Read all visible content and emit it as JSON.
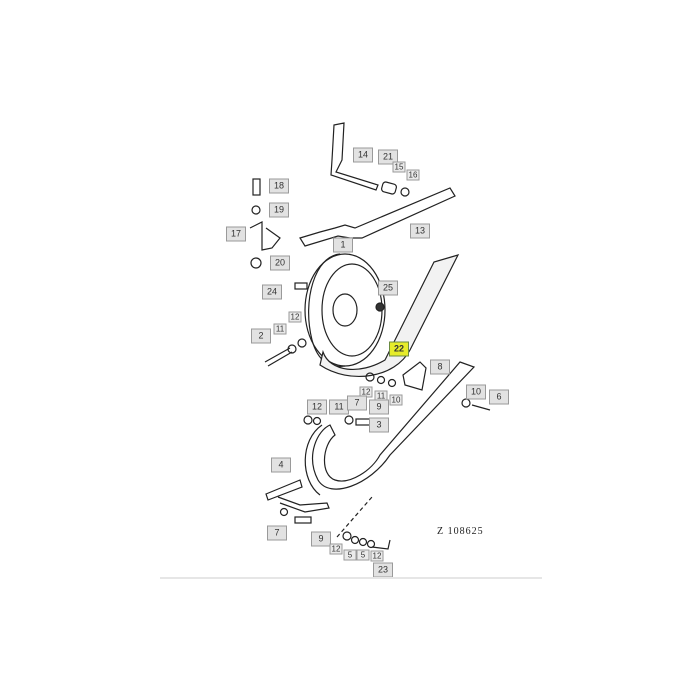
{
  "diagram": {
    "drawing_code": "Z 108625",
    "highlight_color": "#e6ec2a",
    "callouts": [
      {
        "id": "14",
        "highlighted": false
      },
      {
        "id": "21",
        "highlighted": false
      },
      {
        "id": "15",
        "highlighted": false
      },
      {
        "id": "16",
        "highlighted": false
      },
      {
        "id": "18",
        "highlighted": false
      },
      {
        "id": "19",
        "highlighted": false
      },
      {
        "id": "17",
        "highlighted": false
      },
      {
        "id": "13",
        "highlighted": false
      },
      {
        "id": "1",
        "highlighted": false
      },
      {
        "id": "20",
        "highlighted": false
      },
      {
        "id": "24",
        "highlighted": false
      },
      {
        "id": "25",
        "highlighted": false
      },
      {
        "id": "12",
        "highlighted": false
      },
      {
        "id": "11",
        "highlighted": false
      },
      {
        "id": "2",
        "highlighted": false
      },
      {
        "id": "22",
        "highlighted": true
      },
      {
        "id": "8",
        "highlighted": false
      },
      {
        "id": "12",
        "highlighted": false
      },
      {
        "id": "11",
        "highlighted": false
      },
      {
        "id": "10",
        "highlighted": false
      },
      {
        "id": "10",
        "highlighted": false
      },
      {
        "id": "6",
        "highlighted": false
      },
      {
        "id": "12",
        "highlighted": false
      },
      {
        "id": "11",
        "highlighted": false
      },
      {
        "id": "7",
        "highlighted": false
      },
      {
        "id": "9",
        "highlighted": false
      },
      {
        "id": "3",
        "highlighted": false
      },
      {
        "id": "4",
        "highlighted": false
      },
      {
        "id": "7",
        "highlighted": false
      },
      {
        "id": "9",
        "highlighted": false
      },
      {
        "id": "12",
        "highlighted": false
      },
      {
        "id": "5",
        "highlighted": false
      },
      {
        "id": "5",
        "highlighted": false
      },
      {
        "id": "12",
        "highlighted": false
      },
      {
        "id": "23",
        "highlighted": false
      }
    ]
  }
}
